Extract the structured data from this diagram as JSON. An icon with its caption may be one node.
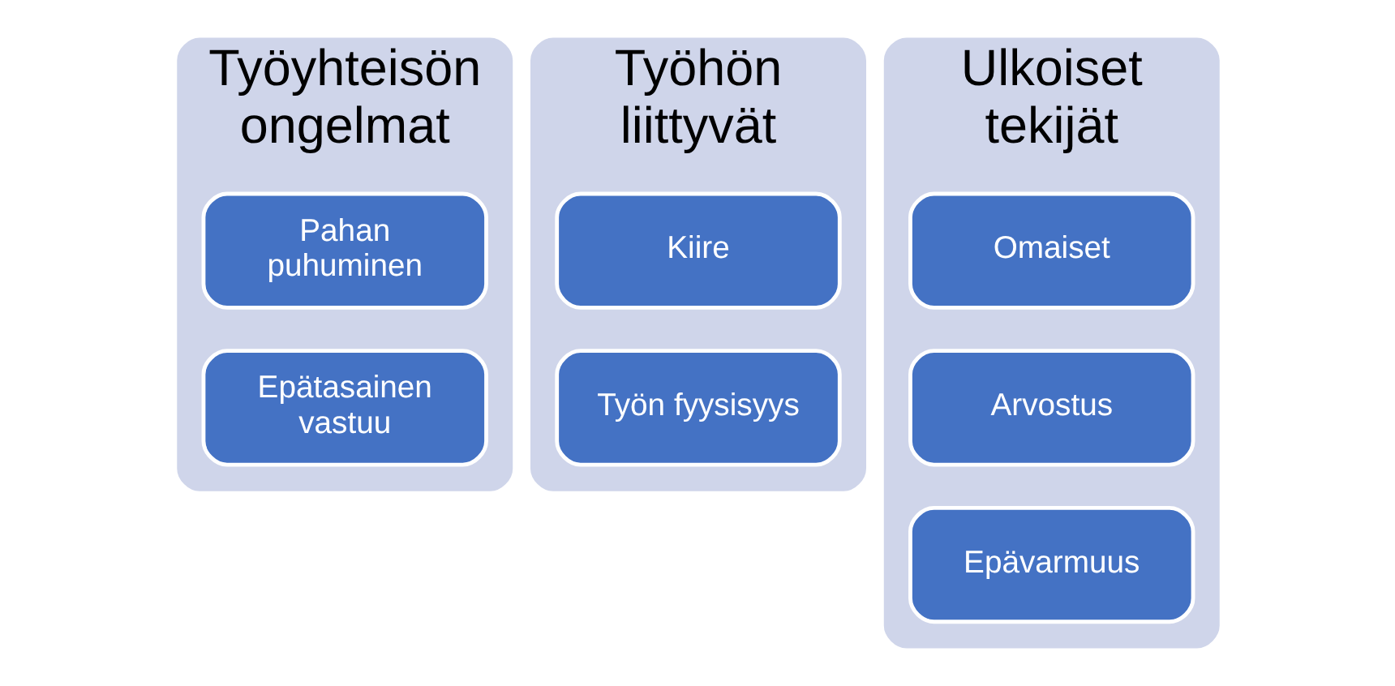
{
  "diagram": {
    "nodes": [
      {
        "text": [
          "Työyhteisön ongelmat"
        ]
      },
      {
        "text": [
          "Pahan puhuminen"
        ],
        "in": 0
      },
      {
        "text": [
          "Epätasainen vastuu"
        ],
        "in": 0
      },
      {
        "text": [
          "Työhön liittyvät"
        ]
      },
      {
        "text": [
          "Kiire"
        ],
        "in": 3
      },
      {
        "text": [
          "Työn fyysisyys"
        ],
        "in": 3
      },
      {
        "text": [
          "Ulkoiset tekijät"
        ]
      },
      {
        "text": [
          "Omaiset"
        ],
        "in": 6
      },
      {
        "text": [
          "Arvostus"
        ],
        "in": 6
      },
      {
        "text": [
          "Epävarmuus"
        ],
        "in": 6
      }
    ],
    "edges": []
  }
}
